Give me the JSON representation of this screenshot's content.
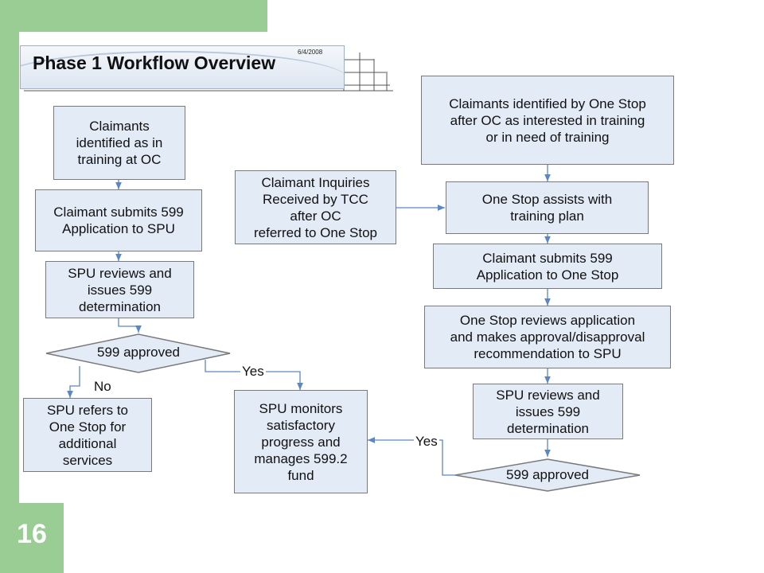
{
  "theme": {
    "green": "#9acd94",
    "box_fill": "#e3ebf6",
    "arrow": "#5b87c5"
  },
  "slide": {
    "number": "16"
  },
  "title": {
    "text": "Phase 1 Workflow Overview",
    "date": "6/4/2008"
  },
  "left_flow": {
    "step1": "Claimants\nidentified  as in\ntraining at OC",
    "step2": "Claimant submits 599\nApplication to SPU",
    "step3": "SPU reviews and\nissues 599\ndetermination",
    "decision": "599 approved",
    "no_label": "No",
    "yes_label": "Yes",
    "no_result": "SPU refers to\nOne Stop for\nadditional\nservices"
  },
  "middle": {
    "inquiries": "Claimant Inquiries\nReceived by TCC\nafter OC\n referred to One Stop",
    "monitors": "SPU monitors\nsatisfactory\nprogress and\nmanages 599.2\nfund"
  },
  "right_flow": {
    "step1": "Claimants identified by One Stop\nafter OC as interested in training\nor in need of training",
    "step2": "One Stop assists with\ntraining plan",
    "step3": "Claimant submits 599\nApplication to One Stop",
    "step4": "One Stop reviews application\nand makes approval/disapproval\nrecommendation to SPU",
    "step5": "SPU reviews and\nissues 599\ndetermination",
    "decision": "599 approved",
    "yes_label": "Yes"
  }
}
